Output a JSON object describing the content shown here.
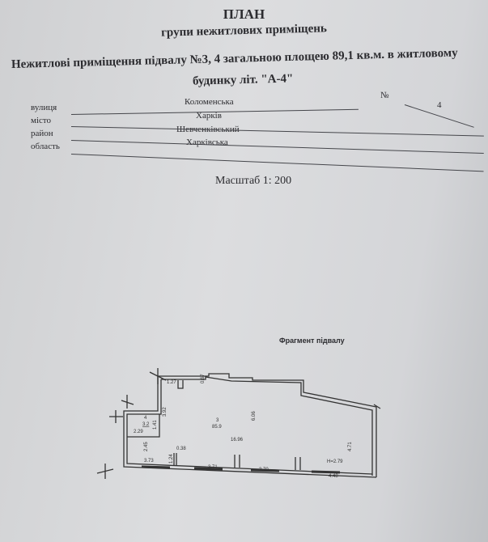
{
  "header": {
    "title": "ПЛАН",
    "subtitle": "групи нежитлових приміщень",
    "description_line1": "Нежитлові приміщення підвалу №3, 4 загальною площею 89,1 кв.м. в житловому",
    "description_line2": "будинку літ. \"А-4\""
  },
  "address": {
    "street_label": "вулиця",
    "street": "Коломенська",
    "number_label": "№",
    "number": "4",
    "city_label": "місто",
    "city": "Харків",
    "district_label": "район",
    "district": "Шевченківський",
    "region_label": "область",
    "region": "Харківська"
  },
  "scale": "Масштаб 1: 200",
  "plan": {
    "heading": "Фрагмент підвалу",
    "labels": {
      "d1": "1.27",
      "d2": "0.67",
      "d3": "3.92",
      "room4_num": "4",
      "room4_area": "3.2",
      "d4": "1.41",
      "d5": "2.29",
      "room3_num": "3",
      "room3_area": "85.9",
      "d6": "6.06",
      "d7": "16.96",
      "d8": "2.45",
      "d9": "0.38",
      "d10": "3.73",
      "d11": "1.24",
      "d12": "3.71",
      "d13": "3.70",
      "height": "H=2.79",
      "d14": "4.71",
      "d15": "4.48"
    }
  }
}
